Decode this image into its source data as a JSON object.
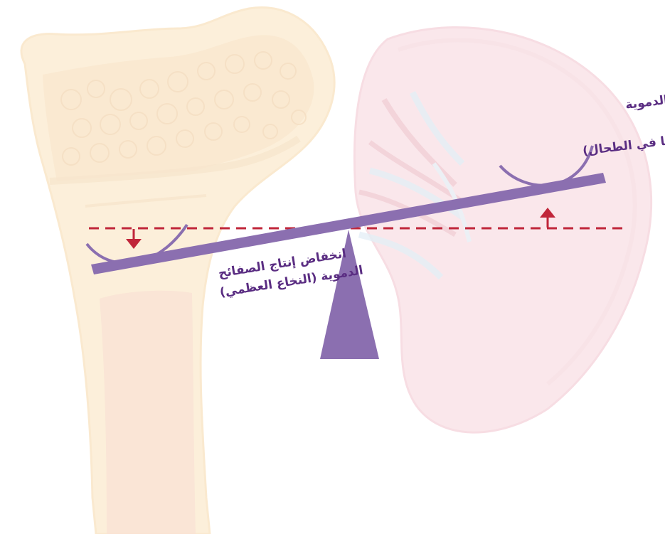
{
  "labels": {
    "right_line1": "تزايد تكسير الصفائح الدموية",
    "right_line2": "(كما في الطحال)",
    "left_line1": "انخفاض إنتاج الصفائح",
    "left_line2": "الدموية (النخاع العظمي)"
  },
  "icons": {
    "bone": "femur-bone-illustration",
    "spleen": "spleen-organ-illustration",
    "fulcrum": "triangle-fulcrum-icon",
    "arrow_down": "arrow-down-icon",
    "arrow_up": "arrow-up-icon"
  },
  "colors": {
    "seesaw": "#8b6fb0",
    "label_text": "#5a2d82",
    "dashed_line": "#c0263a",
    "arrow": "#c0263a",
    "bone_fill": "#fbe7c4",
    "spleen_fill": "#f8dde3"
  }
}
